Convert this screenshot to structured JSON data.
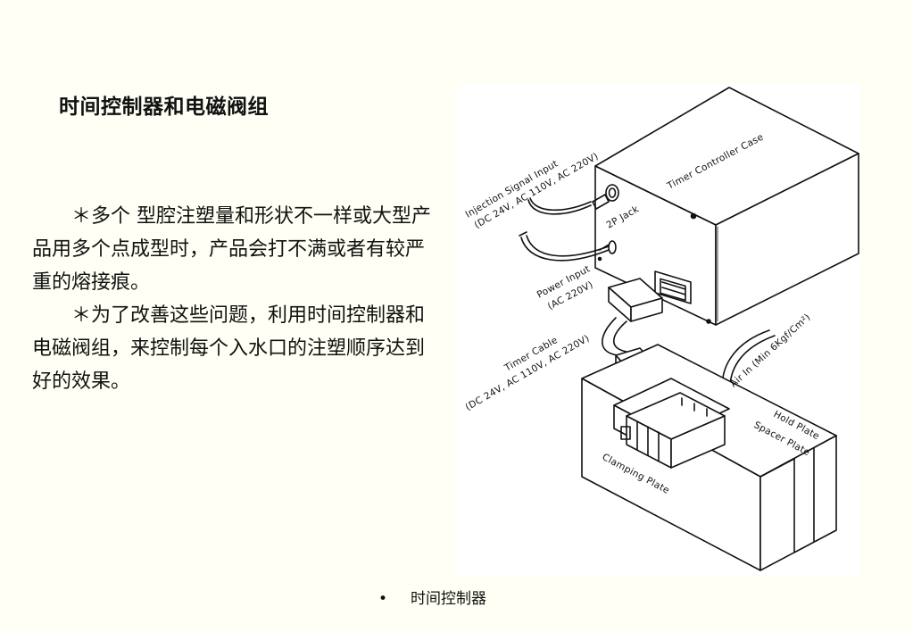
{
  "slide": {
    "title": "时间控制器和电磁阀组",
    "paragraph_1": "＊多个 型腔注塑量和形状不一样或大型产品用多个点成型时，产品会打不满或者有较严重的熔接痕。",
    "paragraph_2": "＊为了改善这些问题，利用时间控制器和电磁阀组，来控制每个入水口的注塑顺序达到好的效果。",
    "footer_bullet": "•",
    "footer_text": "时间控制器"
  },
  "diagram": {
    "labels": {
      "timer_controller_case": "Timer Controller Case",
      "injection_signal_input": "Injection Signal Input",
      "injection_signal_spec": "(DC 24V, AC 110V, AC 220V)",
      "jack": "2P Jack",
      "power_input": "Power Input",
      "power_input_spec": "(AC 220V)",
      "timer_cable": "Timer Cable",
      "timer_cable_spec": "(DC 24V, AC 110V, AC 220V)",
      "air_in": "Air In (Min 6Kgf/Cm²)",
      "hold_plate": "Hold Plate",
      "spacer_plate": "Spacer Plate",
      "clamping_plate": "Clamping Plate"
    }
  }
}
